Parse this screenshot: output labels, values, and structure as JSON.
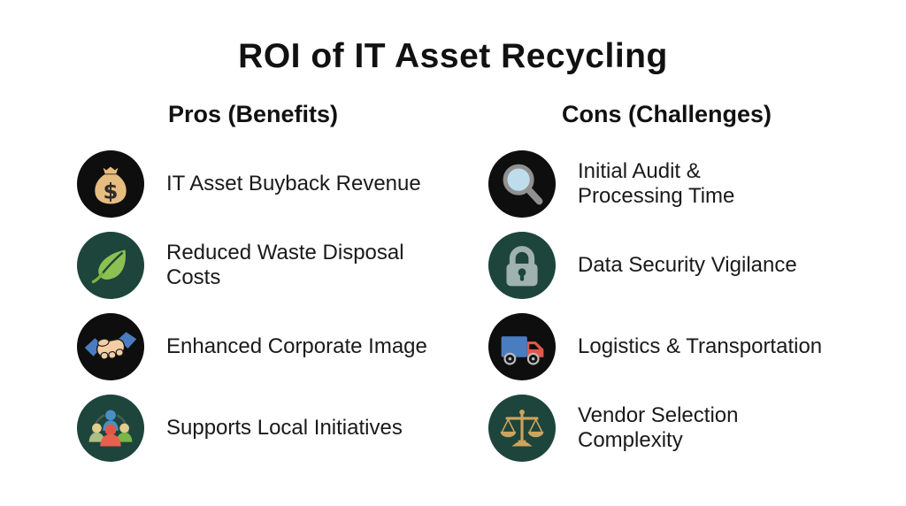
{
  "title": "ROI of IT Asset Recycling",
  "pros": {
    "header": "Pros (Benefits)",
    "items": [
      {
        "label": "IT Asset Buyback Revenue",
        "icon": "money-bag-icon"
      },
      {
        "label": "Reduced Waste Disposal\nCosts",
        "icon": "leaf-icon"
      },
      {
        "label": "Enhanced Corporate Image",
        "icon": "handshake-icon"
      },
      {
        "label": "Supports Local Initiatives",
        "icon": "community-people-icon"
      }
    ]
  },
  "cons": {
    "header": "Cons (Challenges)",
    "items": [
      {
        "label": "Initial Audit &\nProcessing Time",
        "icon": "magnifying-glass-icon"
      },
      {
        "label": "Data Security Vigilance",
        "icon": "padlock-icon"
      },
      {
        "label": "Logistics & Transportation",
        "icon": "truck-icon"
      },
      {
        "label": "Vendor Selection\nComplexity",
        "icon": "balance-scale-icon"
      }
    ]
  },
  "colors": {
    "background": "#ffffff",
    "text": "#1a1a1a",
    "circle_black": "#0e0e0e",
    "circle_teal": "#1d453b",
    "money_bag_tan": "#e6bd80",
    "leaf_green": "#8cc152",
    "sleeve_blue": "#4a7dc0",
    "hand_skin": "#f5cda4",
    "magnifier_gray": "#909090",
    "lens_blue": "#bfdcec",
    "lock_gray": "#9fb2ad",
    "truck_box_blue": "#4a7dc0",
    "truck_cab_red": "#e0584a",
    "scale_gold": "#cda45e",
    "person_blue": "#4a8fc7",
    "person_green": "#7ab648",
    "person_red": "#e0574a",
    "person_tan": "#e3cd8b"
  }
}
